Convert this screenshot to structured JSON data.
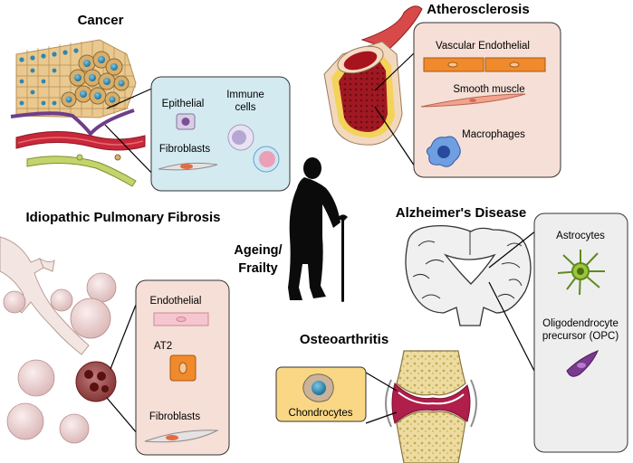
{
  "center": {
    "label_line1": "Ageing/",
    "label_line2": "Frailty"
  },
  "cancer": {
    "title": "Cancer",
    "cells": {
      "epithelial": "Epithelial",
      "immune_line1": "Immune",
      "immune_line2": "cells",
      "fibroblasts": "Fibroblasts"
    }
  },
  "atherosclerosis": {
    "title": "Atherosclerosis",
    "cells": {
      "vascular": "Vascular Endothelial",
      "smooth": "Smooth muscle",
      "macrophages": "Macrophages"
    }
  },
  "ipf": {
    "title": "Idiopathic Pulmonary Fibrosis",
    "cells": {
      "endothelial": "Endothelial",
      "at2": "AT2",
      "fibroblasts": "Fibroblasts"
    }
  },
  "alzheimers": {
    "title": "Alzheimer's Disease",
    "cells": {
      "astrocytes": "Astrocytes",
      "opc_line1": "Oligodendrocyte",
      "opc_line2": "precursor (OPC)"
    }
  },
  "osteoarthritis": {
    "title": "Osteoarthritis",
    "cells": {
      "chondrocytes": "Chondrocytes"
    }
  },
  "colors": {
    "blue_box": "#d4eaf1",
    "pink_box": "#f6dfd7",
    "grey_box": "#eeeeee",
    "yellow_box": "#f9d785",
    "nucleus": "#2f8fb8",
    "cell": "#d6b880",
    "vessel": "#c8283a",
    "cartilage": "#b01e4a"
  }
}
